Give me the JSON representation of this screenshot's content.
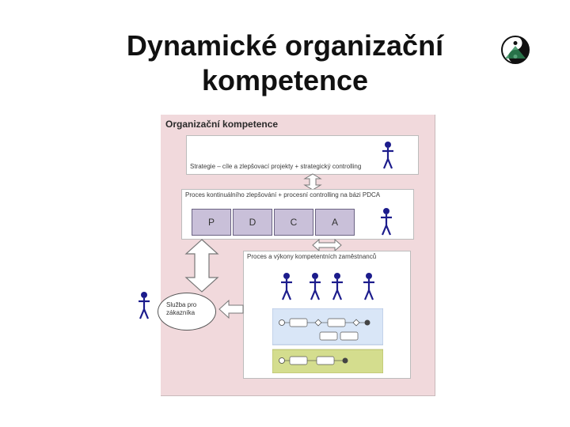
{
  "slide": {
    "title_line1": "Dynamické organizační",
    "title_line2": "kompetence"
  },
  "logo": {
    "icon": "yin-yang-logo"
  },
  "diagram": {
    "title": "Organizační kompetence",
    "strategy_box": {
      "label": "Strategie – cíle a zlepšovací projekty + strategický controlling"
    },
    "pdca_box": {
      "label": "Proces kontinuálního zlepšování + procesní controlling na bázi PDCA",
      "steps": [
        "P",
        "D",
        "C",
        "A"
      ]
    },
    "process_box": {
      "label": "Proces a výkony kompetentních zaměstnanců"
    },
    "service_ellipse": {
      "line1": "Služba pro",
      "line2": "zákazníka"
    },
    "colors": {
      "background": "#f1d9dc",
      "person": "#1c1c8c",
      "pdca_fill": "#c9c0d9",
      "lane_blue": "#d9e6f7",
      "lane_green": "#d4dd8e"
    }
  }
}
